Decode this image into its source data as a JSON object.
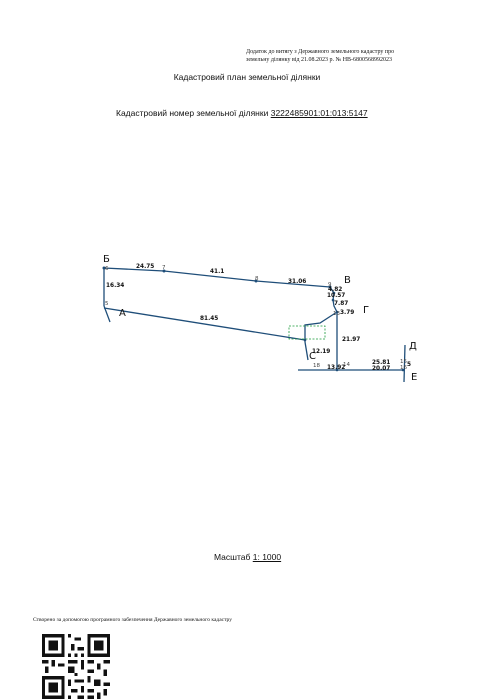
{
  "header": {
    "note_line1": "Додаток до витягу з Державного земельного кадастру про",
    "note_line2": "земельну ділянку від 21.08.2023 р. № НВ-6800568992023"
  },
  "document": {
    "title": "Кадастровий план земельної ділянки",
    "cad_label": "Кадастровий номер земельної ділянки",
    "cad_number": "3222485901:01:013:5147",
    "scale_label": "Масштаб",
    "scale_value": "1: 1000",
    "footer": "Створено за допомогою програмного забезпечення Державного земельного кадастру"
  },
  "plan": {
    "neighbors": {
      "B": "Б",
      "V": "В",
      "G": "Г",
      "D": "Д",
      "E": "Е",
      "A": "А",
      "S": "С"
    },
    "vertices": {
      "v5": "5",
      "v6": "6",
      "v7": "7",
      "v8": "8",
      "v9": "9",
      "v13": "13",
      "v14": "14",
      "v15": "15",
      "v16": "16",
      "v18": "18"
    },
    "lengths": {
      "l1": "24.75",
      "l2": "41.1",
      "l3": "31.06",
      "l4": "16.34",
      "l5": "81.45",
      "l6": "4.82",
      "l7": "10.57",
      "l8": "7.87",
      "l9": "3.79",
      "l10": "21.97",
      "l11": "12.19",
      "l12": "25.81",
      "l13": "20.07",
      "l14": "13.92",
      "l15": "5"
    },
    "colors": {
      "line": "#1f4e79",
      "accent": "#1a9a3a"
    }
  }
}
